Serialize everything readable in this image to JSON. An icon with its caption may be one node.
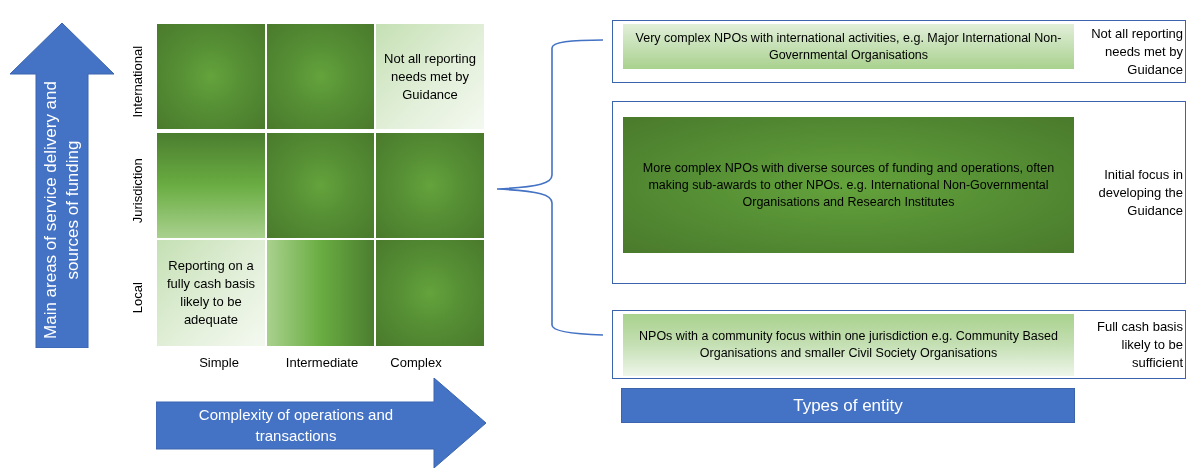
{
  "diagram": {
    "nodes": [
      {
        "text": [
          "Main areas of service delivery and sources of funding"
        ]
      },
      {
        "text": [],
        "shape": "box"
      },
      {
        "text": [],
        "shape": "box"
      },
      {
        "text": [
          "Not all reporting needs met by Guidance"
        ]
      },
      {
        "text": [],
        "shape": "box"
      },
      {
        "text": [],
        "shape": "box"
      },
      {
        "text": [],
        "shape": "box"
      },
      {
        "text": [
          "Reporting on a fully cash basis likely to be adequate"
        ]
      },
      {
        "text": [],
        "shape": "box"
      },
      {
        "text": [],
        "shape": "box"
      },
      {
        "text": [
          "Complexity of operations and transactions"
        ]
      },
      {
        "text": [
          "Not all reporting needs met by Guidance"
        ]
      },
      {
        "text": [
          "Very complex NPOs with international activities, e.g. Major International Non-Governmental Organisations"
        ],
        "in": 11
      },
      {
        "text": [
          "Initial focus in developing the Guidance"
        ]
      },
      {
        "text": [
          "More complex NPOs with diverse sources of funding and operations, often making sub-awards to other NPOs. e.g. International Non-Governmental Organisations and Research Institutes"
        ],
        "in": 13
      },
      {
        "text": [
          "Full cash basis likely to be sufficient"
        ]
      },
      {
        "text": [
          "NPOs with a community focus within one jurisdiction e.g. Community Based Organisations and smaller Civil Society Organisations"
        ],
        "in": 15
      },
      {
        "text": [
          "Types of entity"
        ]
      }
    ],
    "labels": [
      "International",
      "Jurisdiction",
      "Local",
      "Simple",
      "Intermediate",
      "Complex"
    ]
  }
}
